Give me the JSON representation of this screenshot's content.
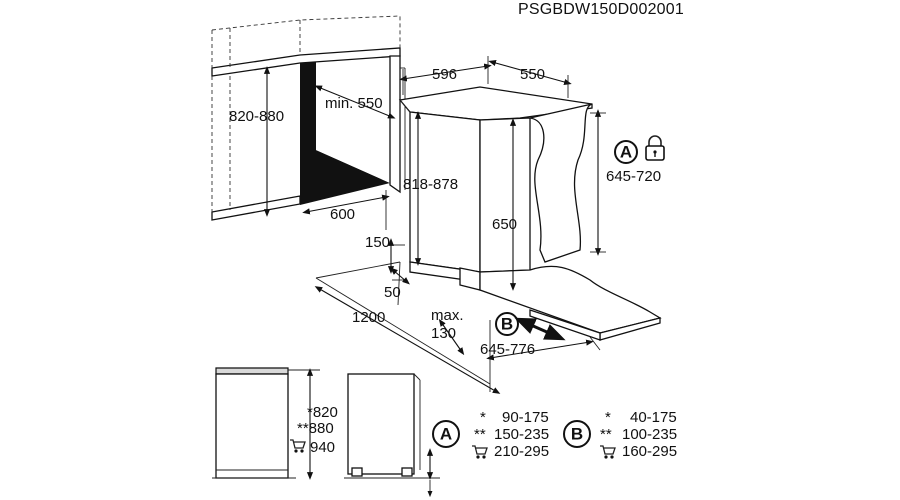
{
  "drawing_code": "PSGBDW150D002001",
  "dimensions": {
    "niche_height": "820-880",
    "min_depth": "min. 550",
    "appliance_width": "596",
    "appliance_depth": "550",
    "appliance_height": "818-878",
    "niche_width": "600",
    "door_height_range": "645-720",
    "door_height": "650",
    "plinth_height": "150",
    "plinth_recess": "50",
    "door_swing_depth": "1200",
    "max_label": "max.",
    "max_value": "130",
    "door_depth_range": "645-776"
  },
  "markers": {
    "a": "A",
    "b": "B"
  },
  "side_view": {
    "h1": "*820",
    "h2": "**880",
    "h3": "940"
  },
  "legend_a": {
    "rows": [
      {
        "mark": "*",
        "value": "90-175"
      },
      {
        "mark": "**",
        "value": "150-235"
      },
      {
        "mark": "",
        "value": "210-295"
      }
    ]
  },
  "legend_b": {
    "rows": [
      {
        "mark": "*",
        "value": "40-175"
      },
      {
        "mark": "**",
        "value": "100-235"
      },
      {
        "mark": "",
        "value": "160-295"
      }
    ]
  },
  "icons": [
    "lock-icon",
    "cart-icon"
  ]
}
